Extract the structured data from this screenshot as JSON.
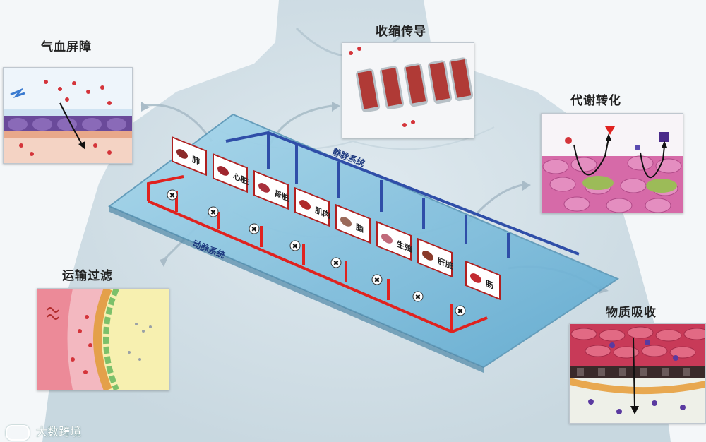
{
  "panels": {
    "air_blood_barrier": {
      "title": "气血屏障"
    },
    "contraction": {
      "title": "收缩传导"
    },
    "metabolism": {
      "title": "代谢转化"
    },
    "transport": {
      "title": "运输过滤"
    },
    "absorption": {
      "title": "物质吸收"
    }
  },
  "board": {
    "venous_label": "静脉系统",
    "arterial_label": "动脉系统",
    "organs": [
      {
        "label": "肺",
        "color": "#8b2a2a"
      },
      {
        "label": "心脏",
        "color": "#a0262e"
      },
      {
        "label": "肾脏",
        "color": "#a8303c"
      },
      {
        "label": "肌肉",
        "color": "#b02a2a"
      },
      {
        "label": "脑",
        "color": "#9a6a5a"
      },
      {
        "label": "生殖",
        "color": "#c06a7a"
      },
      {
        "label": "肝脏",
        "color": "#8a3a2a"
      },
      {
        "label": "肠",
        "color": "#c22a30"
      }
    ],
    "valve_symbol": "✖"
  },
  "watermark": {
    "text": "大数跨境"
  },
  "colors": {
    "arterial": "#e0221f",
    "venous": "#2f4ea8",
    "board": "#7fc0de"
  }
}
